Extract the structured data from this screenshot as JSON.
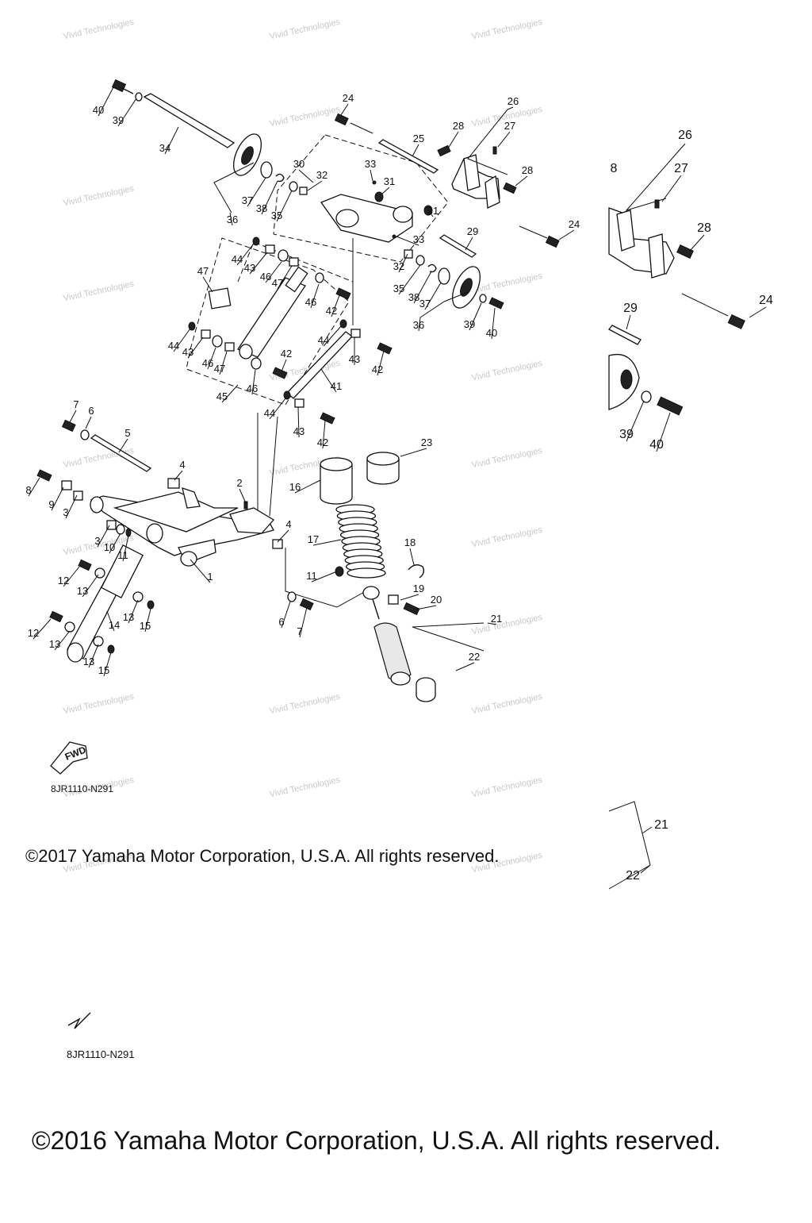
{
  "diagram": {
    "copyright_main": "©2017 Yamaha Motor Corporation, U.S.A. All rights reserved.",
    "copyright_secondary": "©2016 Yamaha Motor Corporation, U.S.A. All rights reserved.",
    "diagram_code": "8JR1110-N291",
    "diagram_code_secondary": "8JR1110-N291",
    "fwd_label": "FWD",
    "watermark_text": "Vivid Technologies",
    "callouts": [
      "1",
      "2",
      "3",
      "4",
      "5",
      "6",
      "7",
      "8",
      "9",
      "10",
      "11",
      "12",
      "13",
      "14",
      "15",
      "16",
      "17",
      "18",
      "19",
      "20",
      "21",
      "22",
      "23",
      "24",
      "25",
      "26",
      "27",
      "28",
      "29",
      "30",
      "31",
      "32",
      "33",
      "34",
      "35",
      "36",
      "37",
      "38",
      "39",
      "40",
      "41",
      "42",
      "43",
      "44",
      "45",
      "46",
      "47"
    ],
    "inset_callouts": [
      "26",
      "27",
      "28",
      "24",
      "29",
      "39",
      "40",
      "8"
    ],
    "inset_bottom_callouts": [
      "21",
      "22"
    ]
  }
}
